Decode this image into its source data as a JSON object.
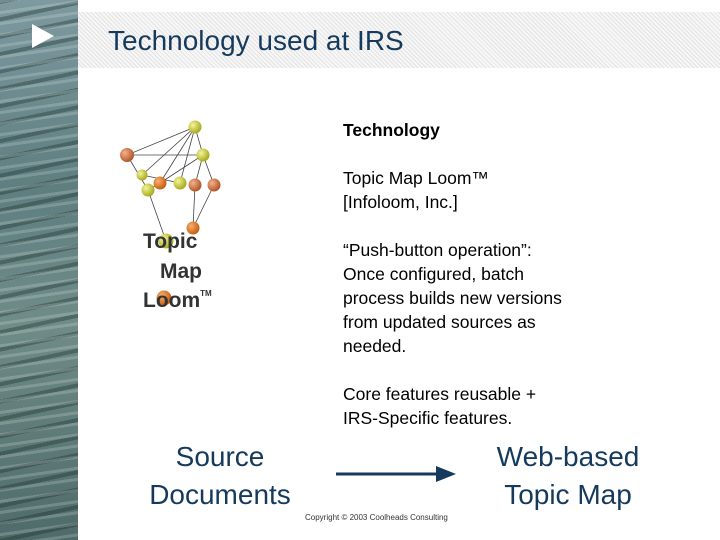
{
  "slide": {
    "title": "Technology used at IRS"
  },
  "logo": {
    "word_topic": "Topic",
    "word_map": "Map",
    "word_loom": "Loom",
    "trademark": "TM",
    "node_colors": [
      "#c7c93a",
      "#c96b3f",
      "#d9792c"
    ]
  },
  "content": {
    "heading": "Technology",
    "product_line1": "Topic Map Loom™",
    "product_line2": "[Infoloom, Inc.]",
    "push_lines": [
      "“Push-button operation”:",
      "Once configured, batch",
      "process builds new versions",
      "from updated sources as",
      "needed."
    ],
    "core_lines": [
      "Core features reusable +",
      "IRS-Specific features."
    ]
  },
  "flow": {
    "source_line1": "Source",
    "source_line2": "Documents",
    "target_line1": "Web-based",
    "target_line2": "Topic Map"
  },
  "footer": {
    "copyright": "Copyright © 2003 Coolheads Consulting"
  },
  "colors": {
    "title": "#163a5c",
    "arrow": "#163a5c"
  }
}
